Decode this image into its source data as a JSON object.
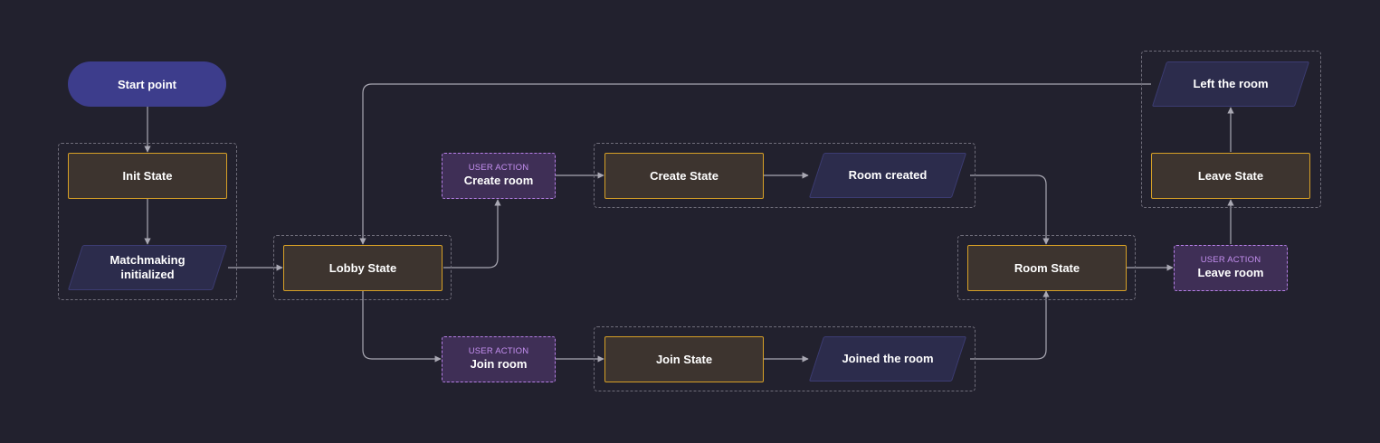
{
  "diagram": {
    "start": {
      "label": "Start point"
    },
    "init_state": {
      "label": "Init State"
    },
    "matchmaking": {
      "label": "Matchmaking\ninitialized"
    },
    "lobby_state": {
      "label": "Lobby State"
    },
    "create_room_action": {
      "tag": "USER ACTION",
      "label": "Create room"
    },
    "join_room_action": {
      "tag": "USER ACTION",
      "label": "Join room"
    },
    "create_state": {
      "label": "Create State"
    },
    "room_created": {
      "label": "Room created"
    },
    "join_state": {
      "label": "Join State"
    },
    "joined_room": {
      "label": "Joined the room"
    },
    "room_state": {
      "label": "Room State"
    },
    "leave_room_action": {
      "tag": "USER ACTION",
      "label": "Leave room"
    },
    "leave_state": {
      "label": "Leave State"
    },
    "left_room": {
      "label": "Left the room"
    }
  },
  "colors": {
    "background": "#22212e",
    "state_fill": "#3d342f",
    "state_border": "#d7a026",
    "start_fill": "#3d3d8c",
    "action_fill": "#3f2f56",
    "action_border": "#b67fe6",
    "output_fill": "#2c2c4c",
    "connector": "#a9a8b3"
  }
}
